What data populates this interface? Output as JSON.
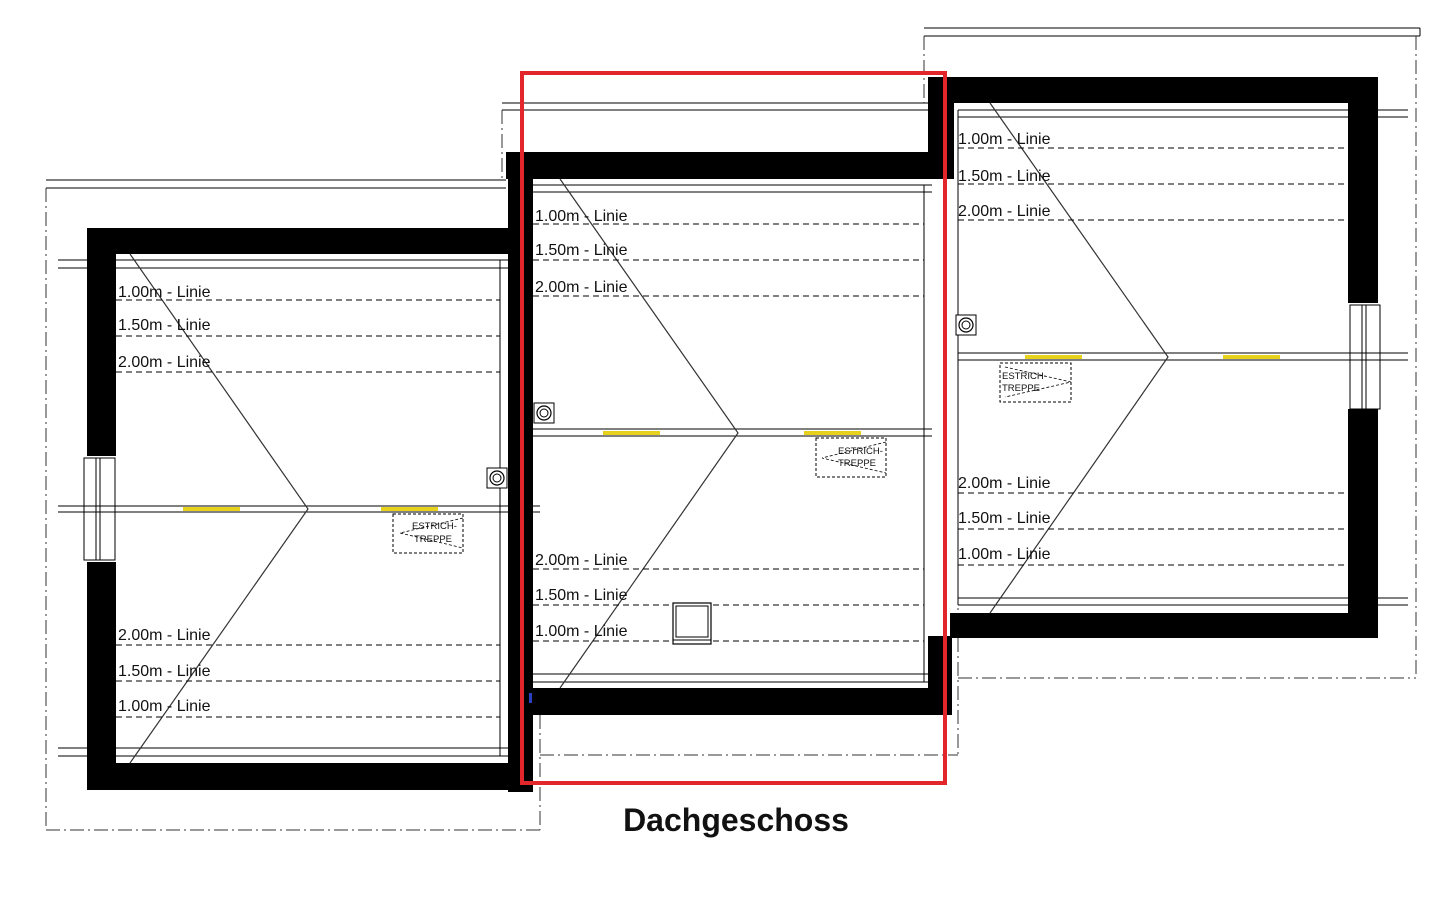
{
  "title": "Dachgeschoss",
  "colors": {
    "walls": "#000000",
    "highlight": "#e3262b",
    "roof_windows": "#e6d21c"
  },
  "left_unit": {
    "lines_top": [
      "1.00m - Linie",
      "1.50m - Linie",
      "2.00m - Linie"
    ],
    "lines_bottom": [
      "2.00m - Linie",
      "1.50m - Linie",
      "1.00m - Linie"
    ],
    "stair": [
      "ESTRICH-",
      "TREPPE"
    ]
  },
  "middle_unit": {
    "lines_top": [
      "1.00m - Linie",
      "1.50m - Linie",
      "2.00m - Linie"
    ],
    "lines_bottom": [
      "2.00m - Linie",
      "1.50m - Linie",
      "1.00m - Linie"
    ],
    "stair": [
      "ESTRICH-",
      "TREPPE"
    ]
  },
  "right_unit": {
    "lines_top": [
      "1.00m - Linie",
      "1.50m - Linie",
      "2.00m - Linie"
    ],
    "lines_bottom": [
      "2.00m - Linie",
      "1.50m - Linie",
      "1.00m - Linie"
    ],
    "stair": [
      "ESTRICH-",
      "TREPPE"
    ]
  }
}
